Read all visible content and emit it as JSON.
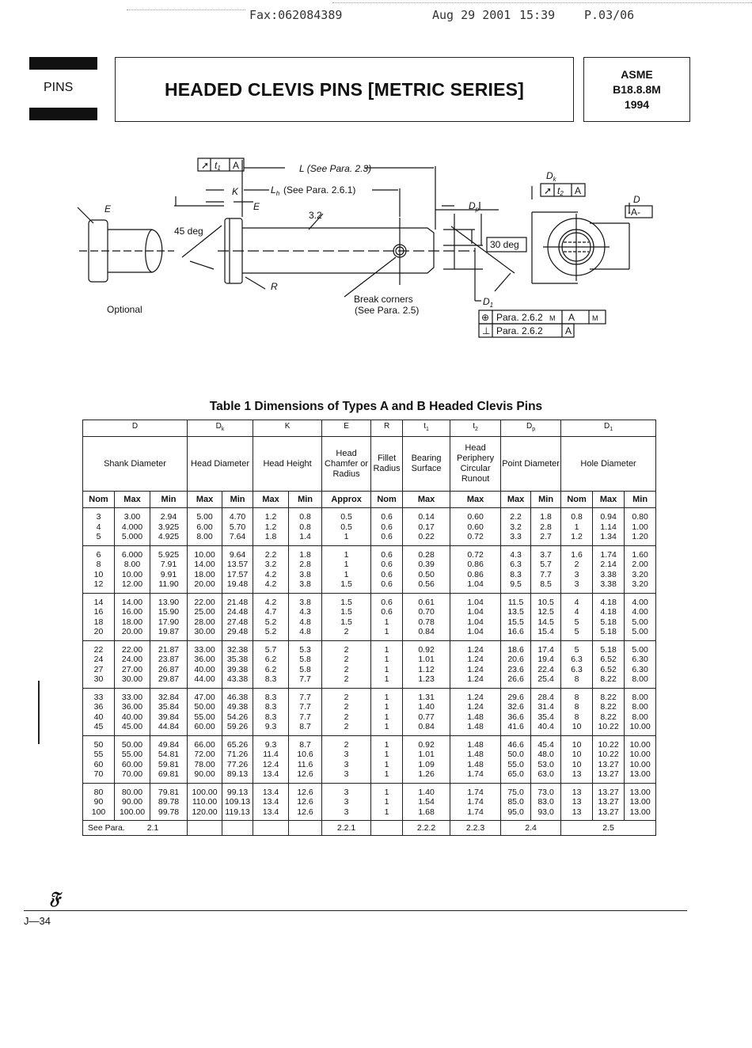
{
  "fax_header": {
    "fax": "Fax:062084389",
    "date": "Aug 29 2001",
    "time": "15:39",
    "page": "P.03/06"
  },
  "section_label": "PINS",
  "title": "HEADED CLEVIS PINS [METRIC SERIES]",
  "standard": {
    "org": "ASME",
    "code": "B18.8.8M",
    "year": "1994"
  },
  "diagram": {
    "optional_label": "Optional",
    "L_label": "L (See Para. 2.3)",
    "Lh_label": "(See Para. 2.6.1)",
    "Lh_symbol": "L",
    "Lh_sub": "h",
    "K": "K",
    "E": "E",
    "R": "R",
    "angle45": "45 deg",
    "finish": "3.2",
    "break_corners": "Break corners",
    "break_corners_ref": "(See Para. 2.5)",
    "angle30": "30 deg",
    "Dp": "D",
    "Dp_sub": "p",
    "Dk": "D",
    "Dk_sub": "k",
    "D": "D",
    "datum": "-A-",
    "D1": "D",
    "D1_sub": "1",
    "fcf_t1": [
      "t",
      "1",
      "A"
    ],
    "fcf_t2": [
      "t",
      "2",
      "A"
    ],
    "fcf_position": [
      "Para. 2.6.2",
      "M",
      "A",
      "M"
    ],
    "fcf_perp": [
      "Para. 2.6.2",
      "A"
    ]
  },
  "table": {
    "title": "Table 1   Dimensions of Types A and B Headed Clevis Pins",
    "symbols": [
      "D",
      "Dk",
      "K",
      "E",
      "R",
      "t1",
      "t2",
      "Dp",
      "D1"
    ],
    "symbol_display": [
      [
        "D",
        ""
      ],
      [
        "D",
        "k"
      ],
      [
        "K",
        ""
      ],
      [
        "E",
        ""
      ],
      [
        "R",
        ""
      ],
      [
        "t",
        "1"
      ],
      [
        "t",
        "2"
      ],
      [
        "D",
        "p"
      ],
      [
        "D",
        "1"
      ]
    ],
    "descriptions": [
      "Shank Diameter",
      "Head Diameter",
      "Head Height",
      "Head Chamfer or Radius",
      "Fillet Radius",
      "Bearing Surface",
      "Head Periphery Circular Runout",
      "Point Diameter",
      "Hole Diameter"
    ],
    "subheaders": [
      "Nom",
      "Max",
      "Min",
      "Max",
      "Min",
      "Max",
      "Min",
      "Approx",
      "Nom",
      "Max",
      "Max",
      "Max",
      "Min",
      "Nom",
      "Max",
      "Min"
    ],
    "groups": [
      [
        [
          "3",
          "3.00",
          "2.94",
          "5.00",
          "4.70",
          "1.2",
          "0.8",
          "0.5",
          "0.6",
          "0.14",
          "0.60",
          "2.2",
          "1.8",
          "0.8",
          "0.94",
          "0.80"
        ],
        [
          "4",
          "4.000",
          "3.925",
          "6.00",
          "5.70",
          "1.2",
          "0.8",
          "0.5",
          "0.6",
          "0.17",
          "0.60",
          "3.2",
          "2.8",
          "1",
          "1.14",
          "1.00"
        ],
        [
          "5",
          "5.000",
          "4.925",
          "8.00",
          "7.64",
          "1.8",
          "1.4",
          "1",
          "0.6",
          "0.22",
          "0.72",
          "3.3",
          "2.7",
          "1.2",
          "1.34",
          "1.20"
        ]
      ],
      [
        [
          "6",
          "6.000",
          "5.925",
          "10.00",
          "9.64",
          "2.2",
          "1.8",
          "1",
          "0.6",
          "0.28",
          "0.72",
          "4.3",
          "3.7",
          "1.6",
          "1.74",
          "1.60"
        ],
        [
          "8",
          "8.00",
          "7.91",
          "14.00",
          "13.57",
          "3.2",
          "2.8",
          "1",
          "0.6",
          "0.39",
          "0.86",
          "6.3",
          "5.7",
          "2",
          "2.14",
          "2.00"
        ],
        [
          "10",
          "10.00",
          "9.91",
          "18.00",
          "17.57",
          "4.2",
          "3.8",
          "1",
          "0.6",
          "0.50",
          "0.86",
          "8.3",
          "7.7",
          "3",
          "3.38",
          "3.20"
        ],
        [
          "12",
          "12.00",
          "11.90",
          "20.00",
          "19.48",
          "4.2",
          "3.8",
          "1.5",
          "0.6",
          "0.56",
          "1.04",
          "9.5",
          "8.5",
          "3",
          "3.38",
          "3.20"
        ]
      ],
      [
        [
          "14",
          "14.00",
          "13.90",
          "22.00",
          "21.48",
          "4.2",
          "3.8",
          "1.5",
          "0.6",
          "0.61",
          "1.04",
          "11.5",
          "10.5",
          "4",
          "4.18",
          "4.00"
        ],
        [
          "16",
          "16.00",
          "15.90",
          "25.00",
          "24.48",
          "4.7",
          "4.3",
          "1.5",
          "0.6",
          "0.70",
          "1.04",
          "13.5",
          "12.5",
          "4",
          "4.18",
          "4.00"
        ],
        [
          "18",
          "18.00",
          "17.90",
          "28.00",
          "27.48",
          "5.2",
          "4.8",
          "1.5",
          "1",
          "0.78",
          "1.04",
          "15.5",
          "14.5",
          "5",
          "5.18",
          "5.00"
        ],
        [
          "20",
          "20.00",
          "19.87",
          "30.00",
          "29.48",
          "5.2",
          "4.8",
          "2",
          "1",
          "0.84",
          "1.04",
          "16.6",
          "15.4",
          "5",
          "5.18",
          "5.00"
        ]
      ],
      [
        [
          "22",
          "22.00",
          "21.87",
          "33.00",
          "32.38",
          "5.7",
          "5.3",
          "2",
          "1",
          "0.92",
          "1.24",
          "18.6",
          "17.4",
          "5",
          "5.18",
          "5.00"
        ],
        [
          "24",
          "24.00",
          "23.87",
          "36.00",
          "35.38",
          "6.2",
          "5.8",
          "2",
          "1",
          "1.01",
          "1.24",
          "20.6",
          "19.4",
          "6.3",
          "6.52",
          "6.30"
        ],
        [
          "27",
          "27.00",
          "26.87",
          "40.00",
          "39.38",
          "6.2",
          "5.8",
          "2",
          "1",
          "1.12",
          "1.24",
          "23.6",
          "22.4",
          "6.3",
          "6.52",
          "6.30"
        ],
        [
          "30",
          "30.00",
          "29.87",
          "44.00",
          "43.38",
          "8.3",
          "7.7",
          "2",
          "1",
          "1.23",
          "1.24",
          "26.6",
          "25.4",
          "8",
          "8.22",
          "8.00"
        ]
      ],
      [
        [
          "33",
          "33.00",
          "32.84",
          "47.00",
          "46.38",
          "8.3",
          "7.7",
          "2",
          "1",
          "1.31",
          "1.24",
          "29.6",
          "28.4",
          "8",
          "8.22",
          "8.00"
        ],
        [
          "36",
          "36.00",
          "35.84",
          "50.00",
          "49.38",
          "8.3",
          "7.7",
          "2",
          "1",
          "1.40",
          "1.24",
          "32.6",
          "31.4",
          "8",
          "8.22",
          "8.00"
        ],
        [
          "40",
          "40.00",
          "39.84",
          "55.00",
          "54.26",
          "8.3",
          "7.7",
          "2",
          "1",
          "0.77",
          "1.48",
          "36.6",
          "35.4",
          "8",
          "8.22",
          "8.00"
        ],
        [
          "45",
          "45.00",
          "44.84",
          "60.00",
          "59.26",
          "9.3",
          "8.7",
          "2",
          "1",
          "0.84",
          "1.48",
          "41.6",
          "40.4",
          "10",
          "10.22",
          "10.00"
        ]
      ],
      [
        [
          "50",
          "50.00",
          "49.84",
          "66.00",
          "65.26",
          "9.3",
          "8.7",
          "2",
          "1",
          "0.92",
          "1.48",
          "46.6",
          "45.4",
          "10",
          "10.22",
          "10.00"
        ],
        [
          "55",
          "55.00",
          "54.81",
          "72.00",
          "71.26",
          "11.4",
          "10.6",
          "3",
          "1",
          "1.01",
          "1.48",
          "50.0",
          "48.0",
          "10",
          "10.22",
          "10.00"
        ],
        [
          "60",
          "60.00",
          "59.81",
          "78.00",
          "77.26",
          "12.4",
          "11.6",
          "3",
          "1",
          "1.09",
          "1.48",
          "55.0",
          "53.0",
          "10",
          "13.27",
          "10.00"
        ],
        [
          "70",
          "70.00",
          "69.81",
          "90.00",
          "89.13",
          "13.4",
          "12.6",
          "3",
          "1",
          "1.26",
          "1.74",
          "65.0",
          "63.0",
          "13",
          "13.27",
          "13.00"
        ]
      ],
      [
        [
          "80",
          "80.00",
          "79.81",
          "100.00",
          "99.13",
          "13.4",
          "12.6",
          "3",
          "1",
          "1.40",
          "1.74",
          "75.0",
          "73.0",
          "13",
          "13.27",
          "13.00"
        ],
        [
          "90",
          "90.00",
          "89.78",
          "110.00",
          "109.13",
          "13.4",
          "12.6",
          "3",
          "1",
          "1.54",
          "1.74",
          "85.0",
          "83.0",
          "13",
          "13.27",
          "13.00"
        ],
        [
          "100",
          "100.00",
          "99.78",
          "120.00",
          "119.13",
          "13.4",
          "12.6",
          "3",
          "1",
          "1.68",
          "1.74",
          "95.0",
          "93.0",
          "13",
          "13.27",
          "13.00"
        ]
      ]
    ],
    "see_para_label": "See Para.",
    "see_para": [
      "2.1",
      "",
      "",
      "2.2.1",
      "",
      "2.2.2",
      "2.2.3",
      "2.4",
      "2.5"
    ]
  },
  "footer": {
    "logo": "IFI",
    "page_number": "J—34"
  }
}
